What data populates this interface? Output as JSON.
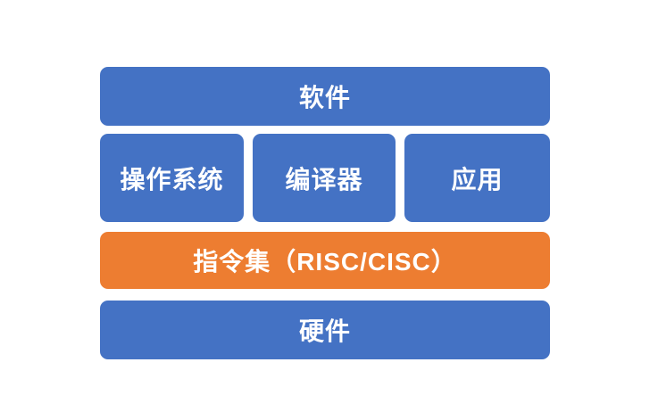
{
  "diagram": {
    "description": "Layered computer architecture block diagram",
    "background_color": "#ffffff",
    "text_color": "#ffffff",
    "palette": {
      "blue": "#4472C4",
      "orange": "#ED7D31"
    },
    "blocks": {
      "software": {
        "label": "软件",
        "color": "#4472C4"
      },
      "os": {
        "label": "操作系统",
        "color": "#4472C4"
      },
      "compiler": {
        "label": "编译器",
        "color": "#4472C4"
      },
      "application": {
        "label": "应用",
        "color": "#4472C4"
      },
      "instruction_set": {
        "label": "指令集（RISC/CISC）",
        "color": "#ED7D31"
      },
      "hardware": {
        "label": "硬件",
        "color": "#4472C4"
      }
    }
  }
}
